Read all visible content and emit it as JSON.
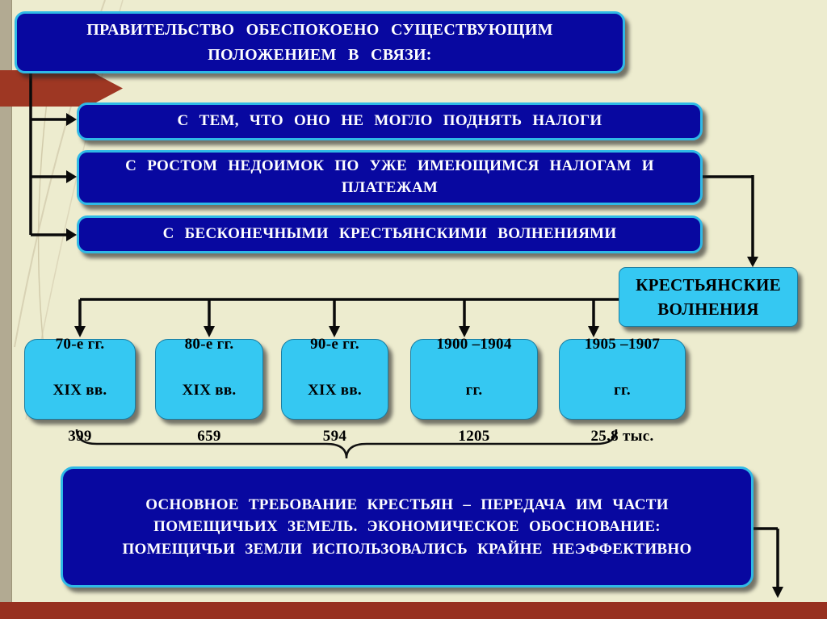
{
  "slide": {
    "title": "ПРАВИТЕЛЬСТВО ОБЕСПОКОЕНО  СУЩЕСТВУЮЩИМ\nПОЛОЖЕНИЕМ   В  СВЯЗИ:",
    "reasons": [
      "С ТЕМ,  ЧТО  ОНО  НЕ  МОГЛО  ПОДНЯТЬ  НАЛОГИ",
      "С  РОСТОМ  НЕДОИМОК  ПО  УЖЕ ИМЕЮЩИМСЯ НАЛОГАМ  И\nПЛАТЕЖАМ",
      "С  БЕСКОНЕЧНЫМИ  КРЕСТЬЯНСКИМИ  ВОЛНЕНИЯМИ"
    ],
    "unrest_label": "КРЕСТЬЯНСКИЕ\nВОЛНЕНИЯ",
    "periods": [
      {
        "period": "70-е гг.",
        "era": "XIX вв.",
        "count": "399"
      },
      {
        "period": "80-е гг.",
        "era": "XIX вв.",
        "count": "659"
      },
      {
        "period": "90-е гг.",
        "era": "XIX вв.",
        "count": "594"
      },
      {
        "period": "1900 –1904",
        "era": "гг.",
        "count": "1205"
      },
      {
        "period": "1905 –1907",
        "era": "гг.",
        "count": "25,8 тыс."
      }
    ],
    "conclusion": "ОСНОВНОЕ  ТРЕБОВАНИЕ  КРЕСТЬЯН – ПЕРЕДАЧА  ИМ  ЧАСТИ\nПОМЕЩИЧЬИХ  ЗЕМЕЛЬ. ЭКОНОМИЧЕСКОЕ  ОБОСНОВАНИЕ:\nПОМЕЩИЧЬИ  ЗЕМЛИ  ИСПОЛЬЗОВАЛИСЬ  КРАЙНЕ  НЕЭФФЕКТИВНО"
  },
  "chart_data": {
    "type": "table",
    "title": "КРЕСТЬЯНСКИЕ ВОЛНЕНИЯ",
    "categories": [
      "70-е гг. XIX вв.",
      "80-е гг. XIX вв.",
      "90-е гг. XIX вв.",
      "1900 –1904 гг.",
      "1905 –1907 гг."
    ],
    "values": [
      "399",
      "659",
      "594",
      "1205",
      "25,8 тыс."
    ]
  },
  "colors": {
    "background": "#edeccf",
    "box_blue": "#0808a0",
    "box_border_cyan": "#2fb9e6",
    "box_cyan": "#35c8f2",
    "accent_red": "#9e3723",
    "bottom_bar_red": "#97301f",
    "side_strip": "#b2aa92",
    "text_white": "#ffffff",
    "text_black": "#000000"
  }
}
